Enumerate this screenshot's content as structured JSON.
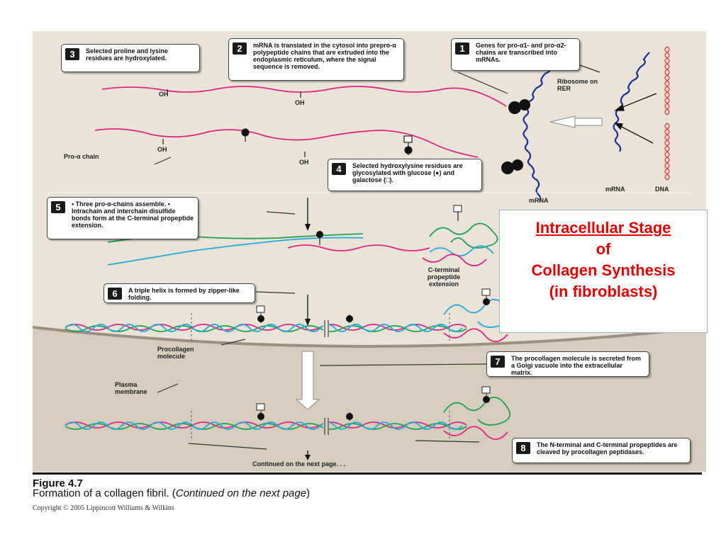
{
  "callouts": {
    "c1": {
      "num": "1",
      "text": "Genes for pro-α1- and pro-α2-chains are transcribed into mRNAs."
    },
    "c2": {
      "num": "2",
      "text": "mRNA is translated in the cytosol into prepro-α polypeptide chains that are extruded into the endoplasmic reticulum, where the signal sequence is removed."
    },
    "c3": {
      "num": "3",
      "text": "Selected proline and lysine residues are hydroxylated."
    },
    "c4": {
      "num": "4",
      "text": "Selected hydroxylysine residues are glycosylated with glucose (●) and galactose (□)."
    },
    "c5": {
      "num": "5",
      "text": "• Three pro-α-chains assemble. • Intrachain and interchain disulfide bonds form at the C-terminal propeptide extension."
    },
    "c6": {
      "num": "6",
      "text": "A triple helix is formed by zipper-like folding."
    },
    "c7": {
      "num": "7",
      "text": "The procollagen molecule is secreted from a Golgi vacuole into the extracellular matrix."
    },
    "c8": {
      "num": "8",
      "text": "The N-terminal and C-terminal propeptides are cleaved by procollagen peptidases."
    }
  },
  "labels": {
    "ribosome": "Ribosome on RER",
    "pro_alpha": "Pro-α chain",
    "oh": "OH",
    "mrna": "mRNA",
    "dna": "DNA",
    "cterm": "C-terminal propeptide extension",
    "procollagen": "Procollagen molecule",
    "plasma": "Plasma membrane",
    "continued": "Continued on the next page. . ."
  },
  "overlay": {
    "line1": "Intracellular  Stage",
    "line2": "of",
    "line3": "Collagen Synthesis",
    "line4": "(in fibroblasts)"
  },
  "figure": {
    "number": "Figure 4.7",
    "caption_main": "Formation of a collagen fibril. (",
    "caption_italic": "Continued on the next page",
    "caption_end": ")",
    "copyright": "Copyright © 2005 Lippincott Williams & Wilkins"
  },
  "colors": {
    "pink": "#e0257f",
    "green": "#1fa055",
    "cyan": "#27a9d6",
    "blue": "#1b2f9a",
    "dnared": "#e8453c",
    "ecm": "#d6cdbd"
  }
}
